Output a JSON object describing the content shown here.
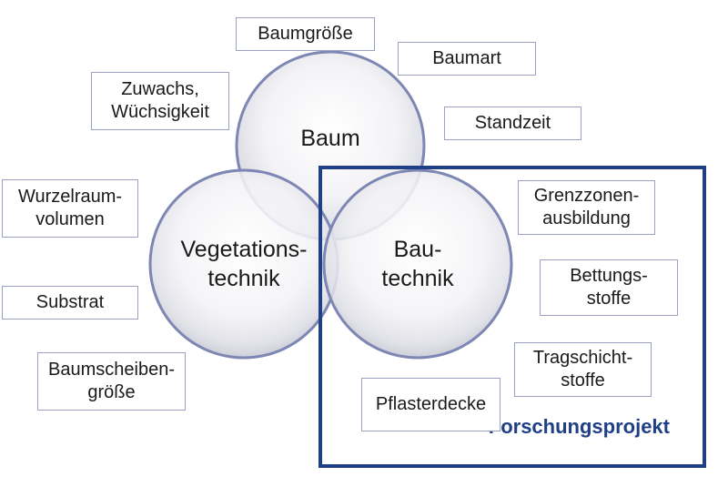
{
  "circles": {
    "baum": {
      "label": "Baum"
    },
    "vegetationstechnik": {
      "label": "Vegetations-\ntechnik"
    },
    "bautechnik": {
      "label": "Bau-\ntechnik"
    }
  },
  "project": {
    "label": "Forschungsprojekt"
  },
  "boxes": {
    "baumgroesse": "Baumgröße",
    "baumart": "Baumart",
    "zuwachs": "Zuwachs,\nWüchsigkeit",
    "standzeit": "Standzeit",
    "wurzelraum": "Wurzelraum-\nvolumen",
    "substrat": "Substrat",
    "baumscheiben": "Baumscheiben-\ngröße",
    "grenzzonen": "Grenzzonen-\nausbildung",
    "bettungsstoffe": "Bettungs-\nstoffe",
    "tragschicht": "Tragschicht-\nstoffe",
    "pflasterdecke": "Pflasterdecke"
  },
  "colors": {
    "frame": "#1f3f86",
    "circle_stroke": "#7e86b3",
    "box_border": "#9aa0c2"
  }
}
